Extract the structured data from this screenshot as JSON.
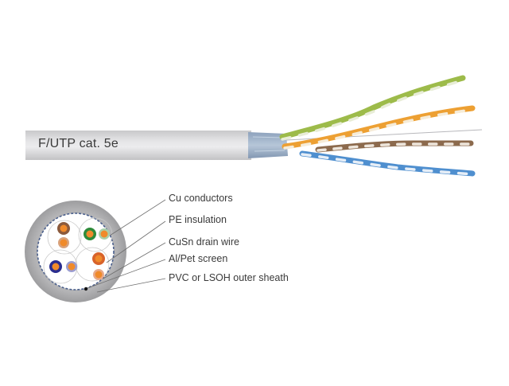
{
  "cable": {
    "label": "F/UTP cat. 5e",
    "jacket_color": "#d6d6d8",
    "screen_color": "#9fb3cc",
    "pairs": [
      {
        "name": "green",
        "color": "#9dbb4a"
      },
      {
        "name": "orange",
        "color": "#eda033"
      },
      {
        "name": "brown",
        "color": "#8c6a4d"
      },
      {
        "name": "blue",
        "color": "#4f8fcf"
      }
    ]
  },
  "cross_section": {
    "sheath_color": "#a9a9ab",
    "conductor_color": "#f08a2a",
    "pair_colors": [
      "#8b5a3c",
      "#2e8b3a",
      "#2a2d8f",
      "#d8632a"
    ]
  },
  "callouts": [
    {
      "label": "Cu conductors"
    },
    {
      "label": "PE insulation"
    },
    {
      "label": "CuSn drain wire"
    },
    {
      "label": "Al/Pet screen"
    },
    {
      "label": "PVC or LSOH outer sheath"
    }
  ]
}
